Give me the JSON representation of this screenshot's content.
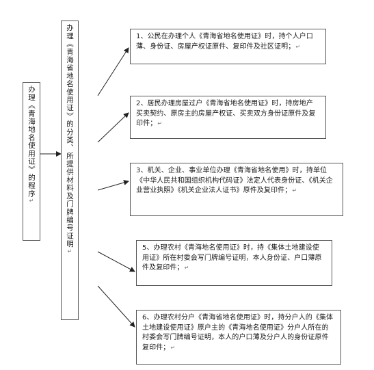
{
  "root": {
    "label": "办理《青海地名使用证》的程序",
    "mark": "↵"
  },
  "middle": {
    "label": "办理《青海省地名使用证》的分类、所提供材料及门牌编号证明",
    "mark": "↵"
  },
  "items": [
    {
      "text": "1、公民在办理个人《青海省地名使用证》时，持个人户口薄、身份证、房屋产权证原件、复印件及社区证明；",
      "mark": "↵"
    },
    {
      "text": "2、居民办理房屋过户《青海省地名使用证》时，持房地产买卖契约、原房主的房屋产权证、买卖双方身份证原件及复印件；",
      "mark": "↵"
    },
    {
      "text": "3、机关、企业、事业单位办理《青海省地名使用》时，持单位《中华人民共和国组织机构代码证》法定人代表身份证、《机关企业营业执照》《机关企业法人证书》原件及复印件；",
      "mark": "↵"
    },
    {
      "text": "5、办理农村《青海地名使用证》时，持《集体土地建设使用证》所在村委会写门牌编号证明，本人身份证、户口薄原件及复印件；",
      "mark": "↵"
    },
    {
      "text": "6、办理农村分户《青海省地名使用证》时，持分户人的《集体土地建设使用证》原户主的《青海地名使用证》分户人所在的村委会写门牌编号证明，本人的户口薄及分户人的身份证原件复印件；",
      "mark": "↵"
    }
  ]
}
